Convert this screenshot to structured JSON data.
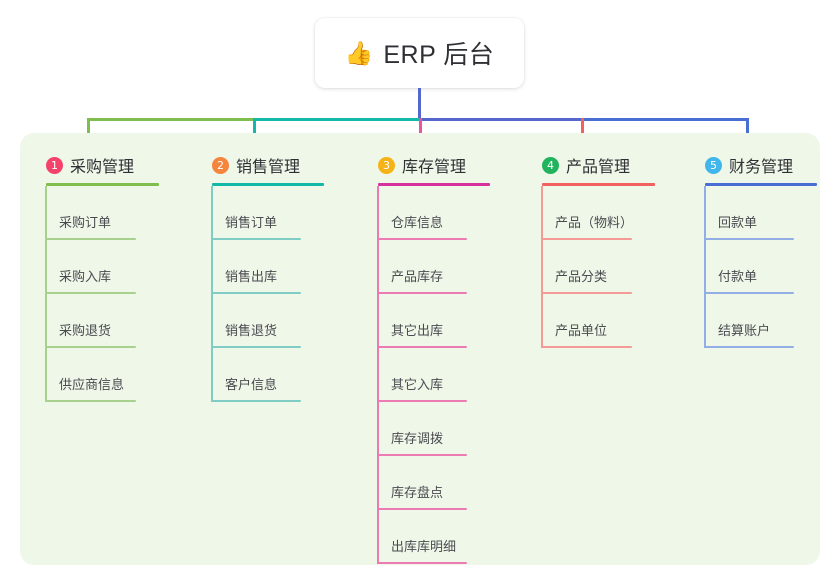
{
  "title": {
    "icon": "thumbs-up-icon",
    "icon_glyph": "👍",
    "text": "ERP 后台"
  },
  "theme": {
    "page_bg": "#ffffff",
    "panel_bg": "#eff7e9",
    "card_bg": "#ffffff",
    "text": "#2f3034",
    "item_text": "#4a4b50"
  },
  "connector": {
    "green": "#7fbe4e",
    "teal": "#12b8a8",
    "blue": "#5566cc",
    "pink": "#e8559c",
    "red": "#f2605f",
    "royal": "#4a6fd4"
  },
  "columns": [
    {
      "index": "1",
      "title": "采购管理",
      "badge_color": "#f4436b",
      "line_color": "#7fbe4e",
      "item_line_color": "#a9d18e",
      "items": [
        {
          "label": "采购订单"
        },
        {
          "label": "采购入库"
        },
        {
          "label": "采购退货"
        },
        {
          "label": "供应商信息"
        }
      ]
    },
    {
      "index": "2",
      "title": "销售管理",
      "badge_color": "#f5843c",
      "line_color": "#12b8a8",
      "item_line_color": "#7fcdc4",
      "items": [
        {
          "label": "销售订单"
        },
        {
          "label": "销售出库"
        },
        {
          "label": "销售退货"
        },
        {
          "label": "客户信息"
        }
      ]
    },
    {
      "index": "3",
      "title": "库存管理",
      "badge_color": "#f6b319",
      "line_color": "#d6319c",
      "item_line_color": "#ec7bb4",
      "items": [
        {
          "label": "仓库信息"
        },
        {
          "label": "产品库存"
        },
        {
          "label": "其它出库"
        },
        {
          "label": "其它入库"
        },
        {
          "label": "库存调拨"
        },
        {
          "label": "库存盘点"
        },
        {
          "label": "出库库明细"
        }
      ]
    },
    {
      "index": "4",
      "title": "产品管理",
      "badge_color": "#22b35e",
      "line_color": "#f2605f",
      "item_line_color": "#f59a97",
      "items": [
        {
          "label": "产品（物料）"
        },
        {
          "label": "产品分类"
        },
        {
          "label": "产品单位"
        }
      ]
    },
    {
      "index": "5",
      "title": "财务管理",
      "badge_color": "#41b6ea",
      "line_color": "#4a6fd4",
      "item_line_color": "#93aee4",
      "items": [
        {
          "label": "回款单"
        },
        {
          "label": "付款单"
        },
        {
          "label": "结算账户"
        }
      ]
    }
  ]
}
